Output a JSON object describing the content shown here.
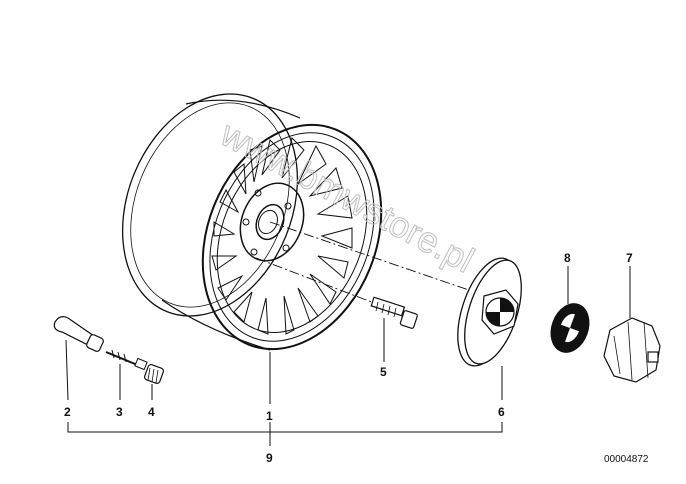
{
  "parts": [
    {
      "number": "1",
      "part": "wheel-rim"
    },
    {
      "number": "2",
      "part": "valve-stem"
    },
    {
      "number": "3",
      "part": "valve-core"
    },
    {
      "number": "4",
      "part": "valve-cap"
    },
    {
      "number": "5",
      "part": "wheel-bolt"
    },
    {
      "number": "6",
      "part": "hub-cap"
    },
    {
      "number": "7",
      "part": "lock-adapter"
    },
    {
      "number": "8",
      "part": "emblem"
    },
    {
      "number": "9",
      "part": "wheel-assembly"
    }
  ],
  "document_number": "00004872",
  "watermark": "www.bmwstore.pl"
}
